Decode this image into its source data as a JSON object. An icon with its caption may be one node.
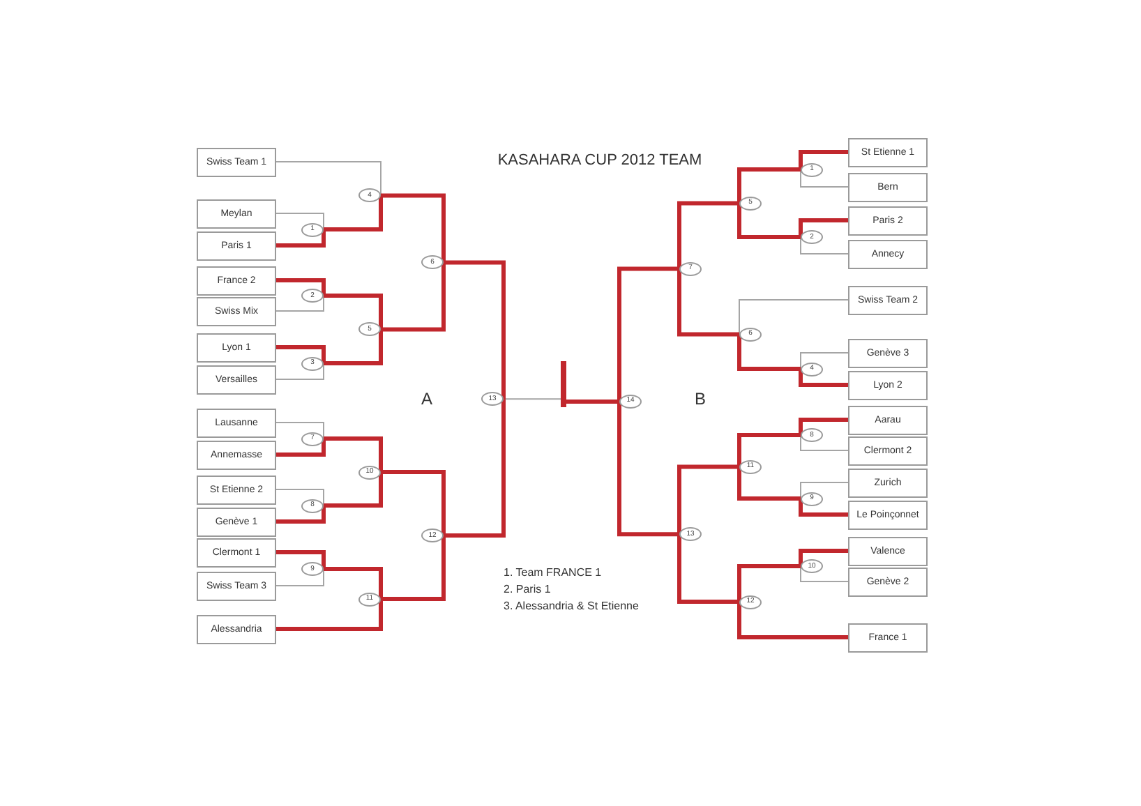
{
  "diagram": {
    "title": "KASAHARA CUP 2012 TEAM",
    "nodes": [
      {
        "text": [
          "Swiss Team 1"
        ]
      },
      {
        "text": [
          "Meylan"
        ]
      },
      {
        "text": [
          "Paris 1"
        ]
      },
      {
        "text": [
          "France 2"
        ]
      },
      {
        "text": [
          "Swiss Mix"
        ]
      },
      {
        "text": [
          "Lyon 1"
        ]
      },
      {
        "text": [
          "Versailles"
        ]
      },
      {
        "text": [
          "Lausanne"
        ]
      },
      {
        "text": [
          "Annemasse"
        ]
      },
      {
        "text": [
          "St Etienne 2"
        ]
      },
      {
        "text": [
          "Genève 1"
        ]
      },
      {
        "text": [
          "Clermont 1"
        ]
      },
      {
        "text": [
          "Swiss Team 3"
        ]
      },
      {
        "text": [
          "Alessandria"
        ]
      },
      {
        "text": [
          "1"
        ]
      },
      {
        "text": [
          "2"
        ]
      },
      {
        "text": [
          "3"
        ]
      },
      {
        "text": [
          "4"
        ]
      },
      {
        "text": [
          "5"
        ]
      },
      {
        "text": [
          "6"
        ]
      },
      {
        "text": [
          "7"
        ]
      },
      {
        "text": [
          "8"
        ]
      },
      {
        "text": [
          "9"
        ]
      },
      {
        "text": [
          "10"
        ]
      },
      {
        "text": [
          "11"
        ]
      },
      {
        "text": [
          "12"
        ]
      },
      {
        "text": [
          "13"
        ]
      },
      {
        "text": [
          "St Etienne 1"
        ]
      },
      {
        "text": [
          "Bern"
        ]
      },
      {
        "text": [
          "Paris 2"
        ]
      },
      {
        "text": [
          "Annecy"
        ]
      },
      {
        "text": [
          "Swiss Team 2"
        ]
      },
      {
        "text": [
          "Genève 3"
        ]
      },
      {
        "text": [
          "Lyon 2"
        ]
      },
      {
        "text": [
          "Aarau"
        ]
      },
      {
        "text": [
          "Clermont 2"
        ]
      },
      {
        "text": [
          "Zurich"
        ]
      },
      {
        "text": [
          "Le Poinçonnet"
        ]
      },
      {
        "text": [
          "Valence"
        ]
      },
      {
        "text": [
          "Genève 2"
        ]
      },
      {
        "text": [
          "France 1"
        ]
      },
      {
        "text": [
          "1"
        ]
      },
      {
        "text": [
          "2"
        ]
      },
      {
        "text": [
          "4"
        ]
      },
      {
        "text": [
          "5"
        ]
      },
      {
        "text": [
          "6"
        ]
      },
      {
        "text": [
          "7"
        ]
      },
      {
        "text": [
          "8"
        ]
      },
      {
        "text": [
          "9"
        ]
      },
      {
        "text": [
          "10"
        ]
      },
      {
        "text": [
          "11"
        ]
      },
      {
        "text": [
          "12"
        ]
      },
      {
        "text": [
          "13"
        ]
      },
      {
        "text": [
          "14"
        ]
      },
      {
        "text": [],
        "shape": "bar"
      }
    ],
    "edges": [
      {
        "from": 1,
        "to": 14,
        "arrow": "none",
        "color": "#a5a5a5"
      },
      {
        "from": 2,
        "to": 14,
        "arrow": "none"
      },
      {
        "from": 3,
        "to": 15,
        "arrow": "none"
      },
      {
        "from": 4,
        "to": 15,
        "arrow": "none",
        "color": "#a5a5a5"
      },
      {
        "from": 5,
        "to": 16,
        "arrow": "none"
      },
      {
        "from": 6,
        "to": 16,
        "arrow": "none",
        "color": "#a5a5a5"
      },
      {
        "from": 0,
        "to": 17,
        "arrow": "none",
        "color": "#a5a5a5"
      },
      {
        "from": 14,
        "to": 17,
        "arrow": "none"
      },
      {
        "from": 15,
        "to": 18,
        "arrow": "none"
      },
      {
        "from": 16,
        "to": 18,
        "arrow": "none"
      },
      {
        "from": 17,
        "to": 19,
        "arrow": "none"
      },
      {
        "from": 18,
        "to": 19,
        "arrow": "none"
      },
      {
        "from": 7,
        "to": 20,
        "arrow": "none",
        "color": "#a5a5a5"
      },
      {
        "from": 8,
        "to": 20,
        "arrow": "none"
      },
      {
        "from": 9,
        "to": 21,
        "arrow": "none",
        "color": "#a5a5a5"
      },
      {
        "from": 10,
        "to": 21,
        "arrow": "none"
      },
      {
        "from": 11,
        "to": 22,
        "arrow": "none"
      },
      {
        "from": 12,
        "to": 22,
        "arrow": "none",
        "color": "#a5a5a5"
      },
      {
        "from": 20,
        "to": 23,
        "arrow": "none"
      },
      {
        "from": 21,
        "to": 23,
        "arrow": "none"
      },
      {
        "from": 22,
        "to": 24,
        "arrow": "none"
      },
      {
        "from": 13,
        "to": 24,
        "arrow": "none"
      },
      {
        "from": 23,
        "to": 25,
        "arrow": "none"
      },
      {
        "from": 24,
        "to": 25,
        "arrow": "none"
      },
      {
        "from": 19,
        "to": 26,
        "arrow": "none"
      },
      {
        "from": 25,
        "to": 26,
        "arrow": "none"
      },
      {
        "from": 26,
        "to": 54,
        "arrow": "none",
        "color": "#a5a5a5"
      },
      {
        "from": 27,
        "to": 41,
        "arrow": "none"
      },
      {
        "from": 28,
        "to": 41,
        "arrow": "none",
        "color": "#a5a5a5"
      },
      {
        "from": 29,
        "to": 42,
        "arrow": "none"
      },
      {
        "from": 30,
        "to": 42,
        "arrow": "none",
        "color": "#a5a5a5"
      },
      {
        "from": 41,
        "to": 44,
        "arrow": "none"
      },
      {
        "from": 42,
        "to": 44,
        "arrow": "none"
      },
      {
        "from": 32,
        "to": 43,
        "arrow": "none",
        "color": "#a5a5a5"
      },
      {
        "from": 33,
        "to": 43,
        "arrow": "none"
      },
      {
        "from": 31,
        "to": 45,
        "arrow": "none",
        "color": "#a5a5a5"
      },
      {
        "from": 43,
        "to": 45,
        "arrow": "none"
      },
      {
        "from": 44,
        "to": 46,
        "arrow": "none"
      },
      {
        "from": 45,
        "to": 46,
        "arrow": "none"
      },
      {
        "from": 34,
        "to": 47,
        "arrow": "none"
      },
      {
        "from": 35,
        "to": 47,
        "arrow": "none",
        "color": "#a5a5a5"
      },
      {
        "from": 36,
        "to": 48,
        "arrow": "none",
        "color": "#a5a5a5"
      },
      {
        "from": 37,
        "to": 48,
        "arrow": "none"
      },
      {
        "from": 47,
        "to": 50,
        "arrow": "none"
      },
      {
        "from": 48,
        "to": 50,
        "arrow": "none"
      },
      {
        "from": 38,
        "to": 49,
        "arrow": "none"
      },
      {
        "from": 39,
        "to": 49,
        "arrow": "none",
        "color": "#a5a5a5"
      },
      {
        "from": 49,
        "to": 51,
        "arrow": "none"
      },
      {
        "from": 40,
        "to": 51,
        "arrow": "none"
      },
      {
        "from": 50,
        "to": 52,
        "arrow": "none"
      },
      {
        "from": 51,
        "to": 52,
        "arrow": "none"
      },
      {
        "from": 46,
        "to": 53,
        "arrow": "none"
      },
      {
        "from": 52,
        "to": 53,
        "arrow": "none"
      },
      {
        "from": 53,
        "to": 54,
        "arrow": "none"
      }
    ],
    "labels": [
      "A",
      "B",
      "1. Team FRANCE 1",
      "2. Paris 1",
      "3. Alessandria & St Etienne"
    ]
  }
}
